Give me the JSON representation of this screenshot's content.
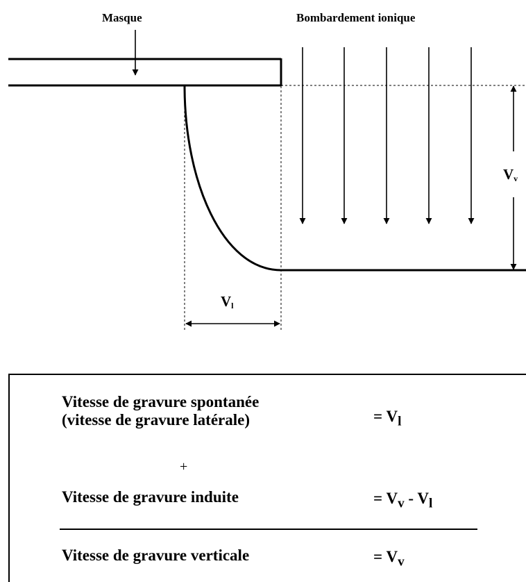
{
  "labels": {
    "mask": "Masque",
    "ion_bombardment": "Bombardement ionique"
  },
  "dimensions": {
    "vertical_symbol": "V",
    "vertical_subscript": "v",
    "lateral_symbol": "V",
    "lateral_subscript": "l"
  },
  "summary": {
    "spontaneous_line1": "Vitesse de gravure spontanée",
    "spontaneous_line2": "(vitesse de gravure latérale)",
    "spontaneous_eq_prefix": "=  V",
    "spontaneous_eq_sub": "l",
    "plus": "+",
    "induced": "Vitesse de gravure induite",
    "induced_eq_prefix": "=  V",
    "induced_eq_sub1": "v",
    "induced_eq_mid": " - V",
    "induced_eq_sub2": "l",
    "vertical": "Vitesse de gravure verticale",
    "vertical_eq_prefix": "=  V",
    "vertical_eq_sub": "v"
  },
  "colors": {
    "ink": "#000000",
    "background": "#ffffff"
  }
}
